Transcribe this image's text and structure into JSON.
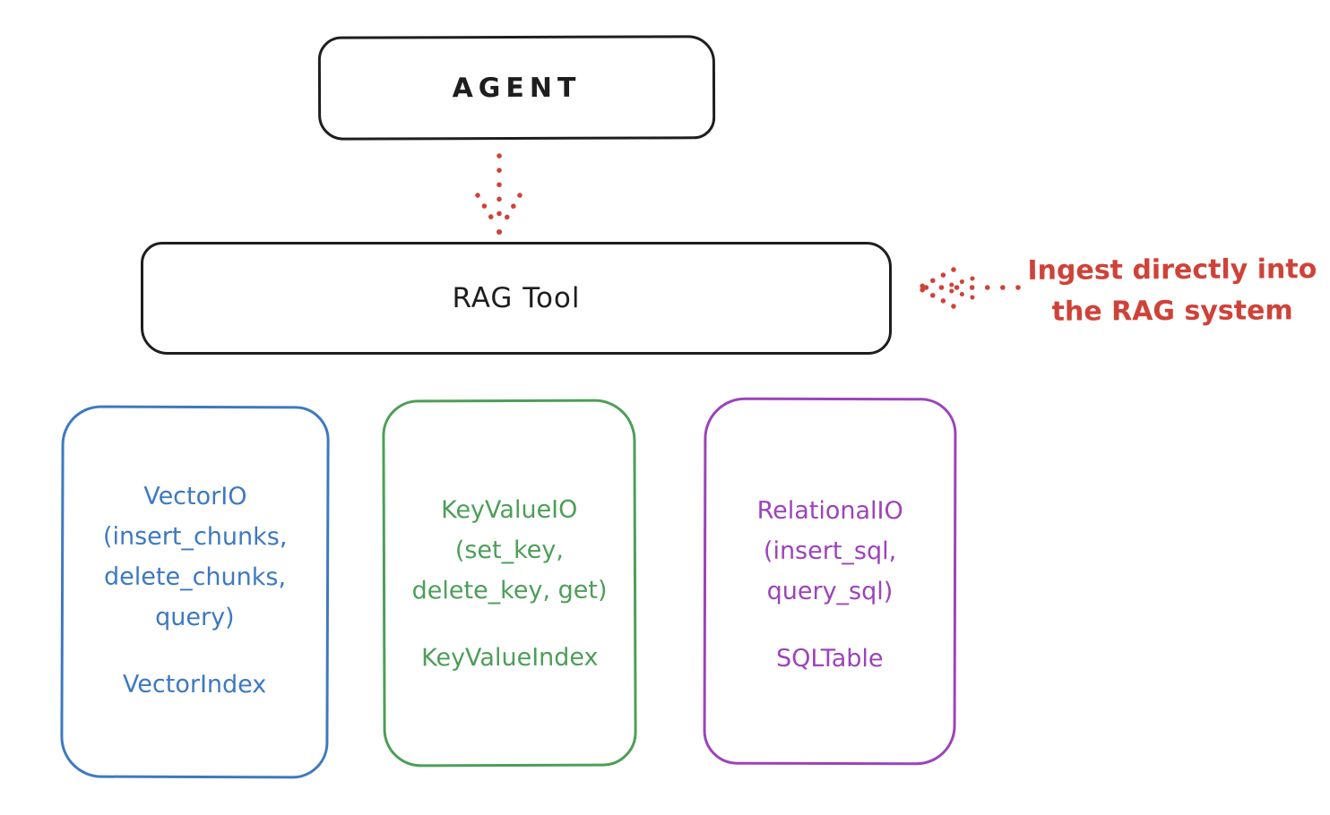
{
  "agent": {
    "label": "AGENT"
  },
  "rag_tool": {
    "label": "RAG Tool"
  },
  "annotation": {
    "line1": "Ingest directly into",
    "line2": "the RAG system"
  },
  "backends": [
    {
      "name": "vector-io",
      "color": "#3d79c2",
      "lines": [
        "VectorIO",
        "(insert_chunks,",
        "delete_chunks,",
        "query)"
      ],
      "index_label": "VectorIndex"
    },
    {
      "name": "keyvalue-io",
      "color": "#4d9e58",
      "lines": [
        "KeyValueIO",
        "(set_key,",
        "delete_key, get)"
      ],
      "index_label": "KeyValueIndex"
    },
    {
      "name": "relational-io",
      "color": "#9c43bb",
      "lines": [
        "RelationalIO",
        "(insert_sql,",
        "query_sql)"
      ],
      "index_label": "SQLTable"
    }
  ],
  "colors": {
    "stroke": "#1e1e1e",
    "red": "#cf4238",
    "background": "#ffffff"
  }
}
